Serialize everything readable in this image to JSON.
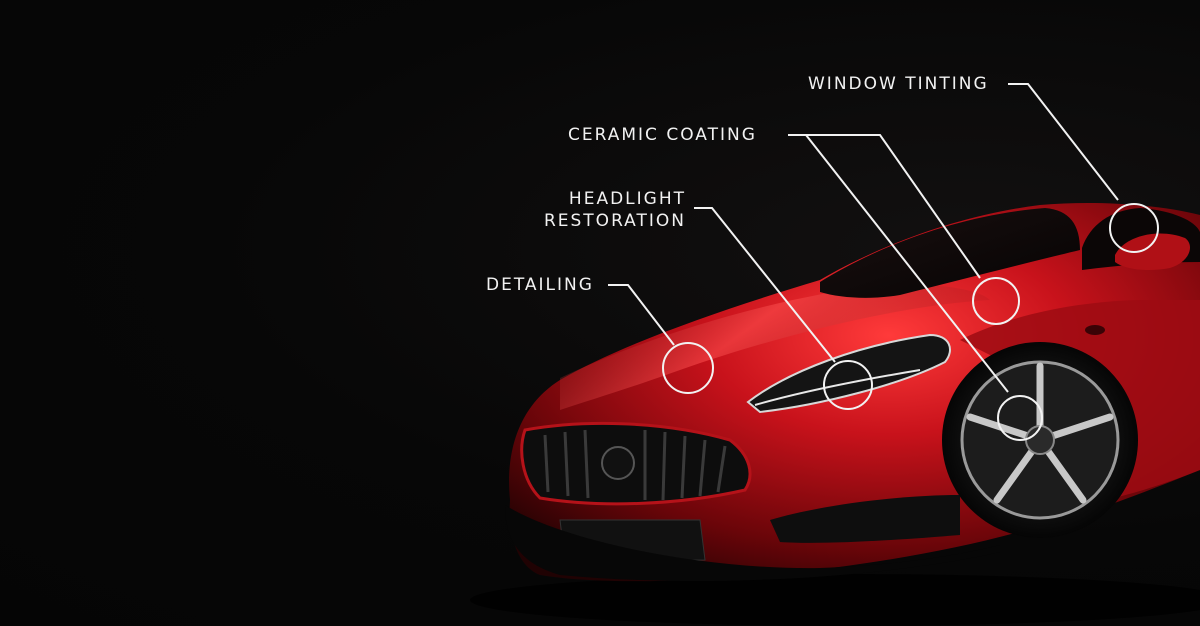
{
  "labels": {
    "window_tinting": "WINDOW TINTING",
    "ceramic_coating": "CERAMIC COATING",
    "headlight_line1": "HEADLIGHT",
    "headlight_line2": "RESTORATION",
    "detailing": "DETAILING"
  },
  "colors": {
    "background": "#060606",
    "car_red": "#c4121a",
    "car_highlight": "#ff3b3b",
    "callout_line": "#f2f2f2"
  }
}
